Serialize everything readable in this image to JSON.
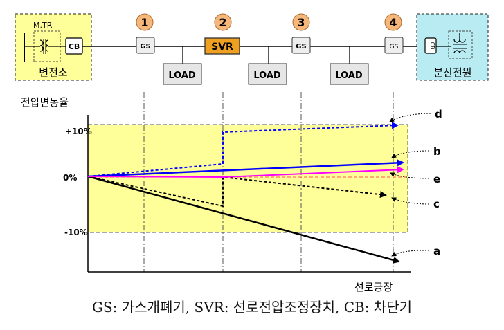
{
  "top_diagram": {
    "substation": {
      "transformer_label": "M.TR",
      "cb_label": "CB",
      "name": "변전소"
    },
    "devices": [
      {
        "number": "1",
        "label": "GS"
      },
      {
        "number": "2",
        "label": "SVR"
      },
      {
        "number": "3",
        "label": "GS"
      },
      {
        "number": "4",
        "label": "GS"
      }
    ],
    "loads": [
      "LOAD",
      "LOAD",
      "LOAD"
    ],
    "distributed": {
      "cb_label": "CB",
      "name": "분산전원"
    }
  },
  "graph": {
    "ylabel": "전압변동율",
    "xlabel": "선로긍장",
    "yticks": [
      "+10%",
      "0%",
      "-10%"
    ],
    "band_color": "#ffff99",
    "lines": [
      {
        "id": "a",
        "label": "a",
        "color": "#000000",
        "style": "solid"
      },
      {
        "id": "b",
        "label": "b",
        "color": "#0000ff",
        "style": "solid"
      },
      {
        "id": "c",
        "label": "c",
        "color": "#000000",
        "style": "dashed"
      },
      {
        "id": "d",
        "label": "d",
        "color": "#0000ff",
        "style": "dashed"
      },
      {
        "id": "e",
        "label": "e",
        "color": "#ff00ff",
        "style": "solid"
      }
    ]
  },
  "caption": "GS: 가스개폐기, SVR: 선로전압조정장치, CB: 차단기"
}
